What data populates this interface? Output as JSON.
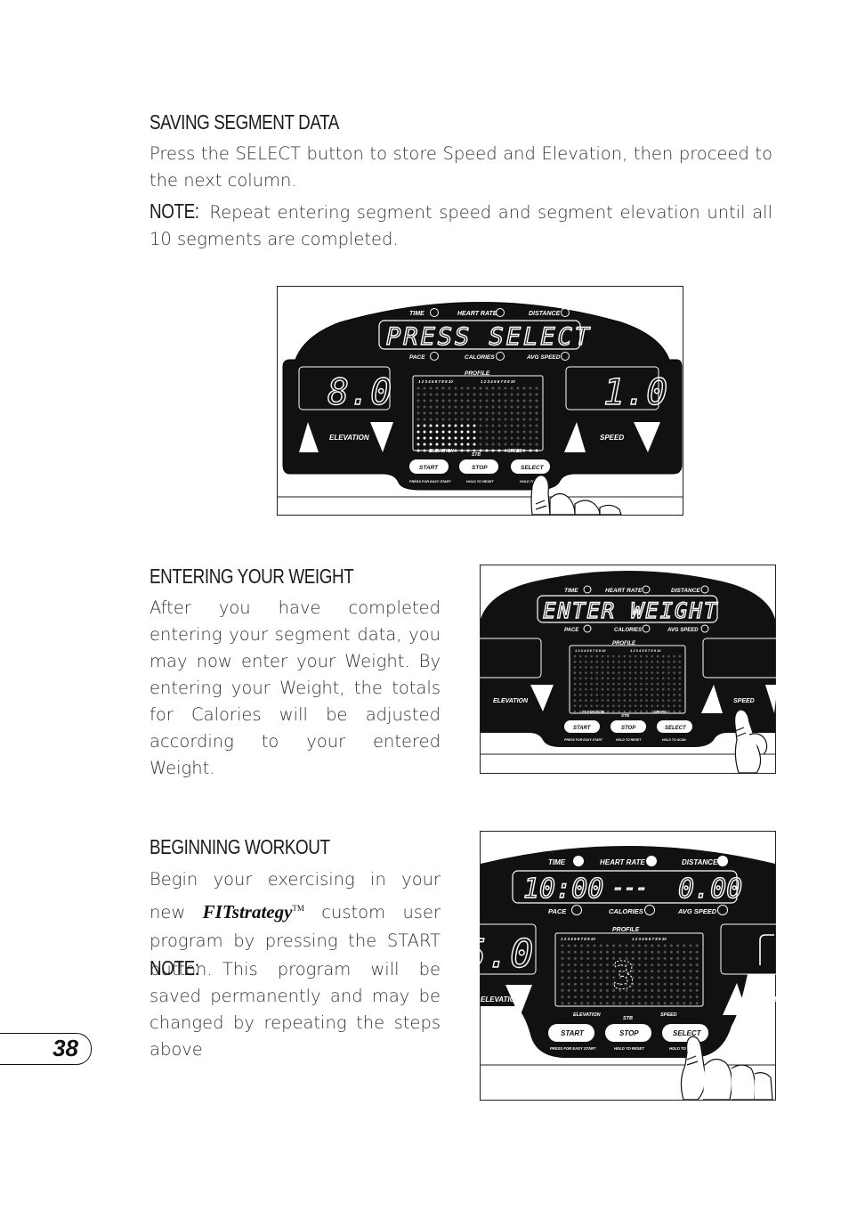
{
  "sections": {
    "saving": {
      "title": "SAVING SEGMENT DATA",
      "body": "Press the SELECT button to store Speed and Elevation, then proceed to the next column.",
      "note_label": "NOTE:",
      "note_text": " Repeat entering segment speed and segment elevation until all 10 segments are completed."
    },
    "weight": {
      "title": "ENTERING YOUR WEIGHT",
      "body": "After you have completed entering your  segment data, you may now enter your Weight. By entering your Weight, the totals for Calories will be adjusted according to your entered Weight."
    },
    "workout": {
      "title": "BEGINNING WORKOUT",
      "body_start": "Begin your exercising in your new ",
      "brand_fit": "FIT",
      "brand_strategy": "strategy",
      "brand_tm": "TM",
      "body_end": " custom user program by pressing the START button.",
      "note_label": "NOTE:",
      "note_text": " This program will be saved permanently and may be changed by repeating the steps above"
    }
  },
  "panel": {
    "time": "TIME",
    "heart_rate": "HEART RATE",
    "distance": "DISTANCE",
    "pace": "PACE",
    "calories": "CALORIES",
    "avg_speed": "AVG SPEED",
    "profile": "PROFILE",
    "elevation": "ELEVATION",
    "speed": "SPEED",
    "start": "START",
    "stop": "STOP",
    "select": "SELECT",
    "press_easy_start": "PRESS FOR EASY START",
    "hold_reset": "HOLD TO RESET",
    "hold_scan": "HOLD TO SCAN",
    "profile_numbers": "1 2 3 4 5 6 7 8 9 10",
    "stb": "STB"
  },
  "figure1": {
    "message": "PRESS SELECT",
    "elevation_value": "8.0",
    "speed_value": "1.0"
  },
  "figure2": {
    "message": "ENTER WEIGHT"
  },
  "figure3": {
    "time_value": "10:00",
    "hr_value": "---",
    "distance_value": "0.00",
    "elevation_partial": "5.0",
    "countdown": "3"
  },
  "page_number": "38"
}
